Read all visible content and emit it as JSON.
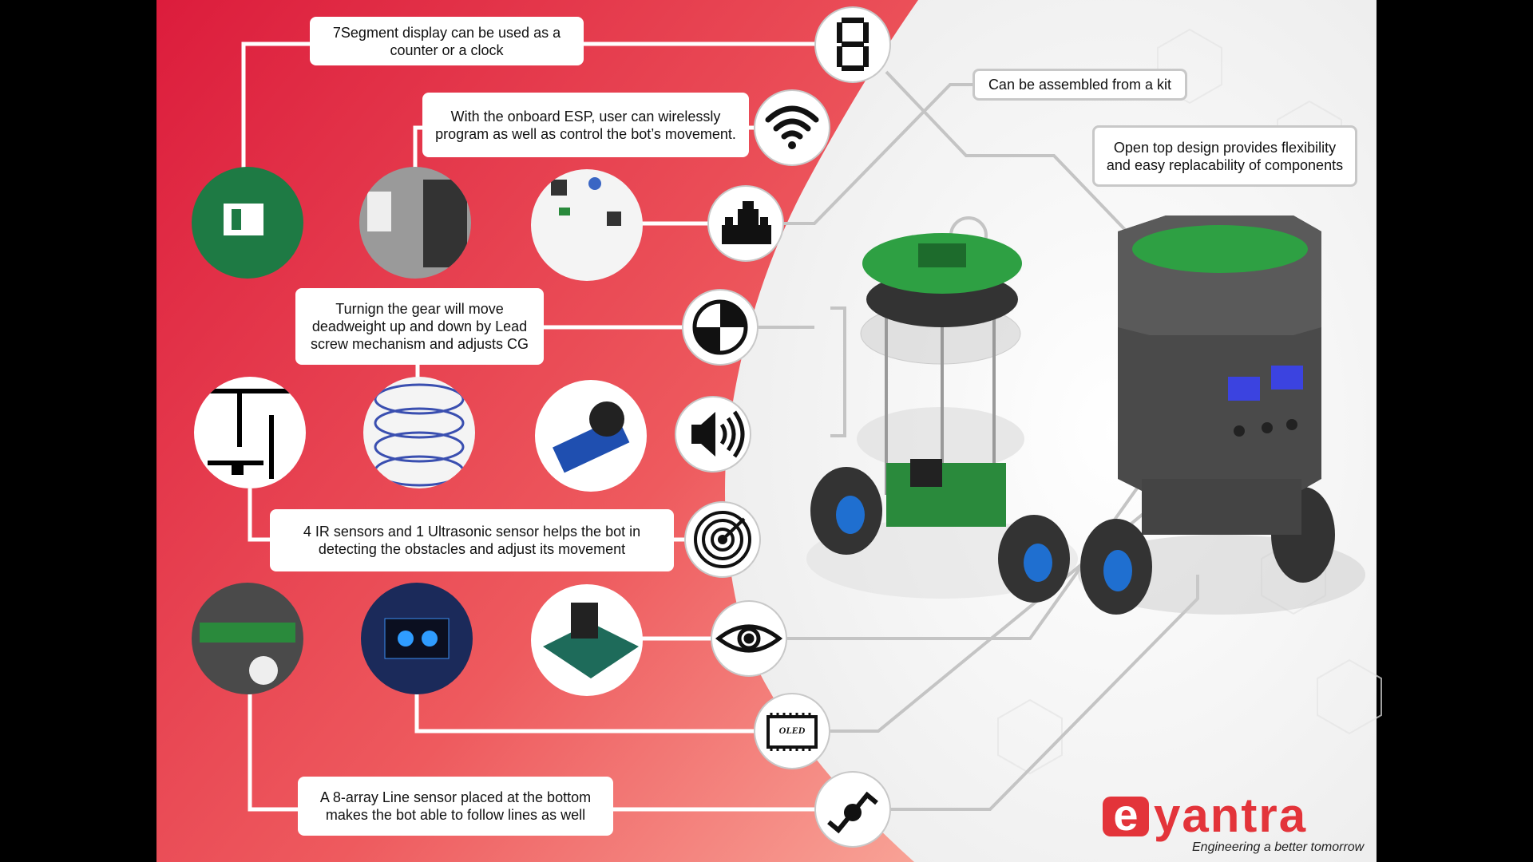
{
  "callouts": {
    "seven_segment": "7Segment display can be used as a counter or a clock",
    "esp": "With the onboard ESP, user can wirelessly program as well as control the bot’s movement.",
    "kit": "Can be assembled from a kit",
    "open_top": "Open top design provides flexibility and easy replacability of components",
    "gear": "Turnign the gear will move deadweight up and down by Lead screw mechanism and adjusts CG",
    "sensors": "4 IR sensors and 1 Ultrasonic sensor helps the bot in detecting the obstacles  and adjust its movement",
    "line_sensor": "A 8-array Line sensor placed at the bottom makes the bot able to follow lines as well"
  },
  "icons": {
    "oled_label": "OLED"
  },
  "logo": {
    "letter": "e",
    "word": "yantra",
    "tagline": "Engineering a better tomorrow"
  },
  "colors": {
    "red_dark": "#dc1c3c",
    "red_light": "#f6a497",
    "brand_red": "#e3343a",
    "connector_gray": "#c4c4c4"
  }
}
